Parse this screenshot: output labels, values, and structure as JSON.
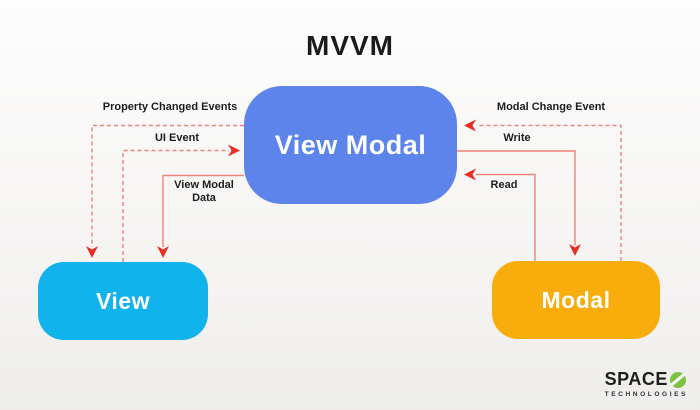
{
  "title": "MVVM",
  "diagram": {
    "nodes": {
      "view_modal": {
        "label": "View Modal",
        "color": "#5c84ea"
      },
      "view": {
        "label": "View",
        "color": "#10b3ec"
      },
      "modal": {
        "label": "Modal",
        "color": "#f9ad0d"
      }
    },
    "edges": [
      {
        "label": "Property Changed Events",
        "from": "View Modal",
        "to": "View",
        "style": "dashed"
      },
      {
        "label": "UI Event",
        "from": "View",
        "to": "View Modal",
        "style": "dashed"
      },
      {
        "label": "View Modal Data",
        "from": "View Modal",
        "to": "View",
        "style": "solid"
      },
      {
        "label": "Modal Change Event",
        "from": "Modal",
        "to": "View Modal",
        "style": "dashed"
      },
      {
        "label": "Write",
        "from": "View Modal",
        "to": "Modal",
        "style": "solid"
      },
      {
        "label": "Read",
        "from": "Modal",
        "to": "View Modal",
        "style": "solid"
      }
    ],
    "colors": {
      "line": "#f0827a",
      "arrow": "#e92d23"
    }
  },
  "logo": {
    "brand": "SPACE",
    "sub": "TECHNOLOGIES",
    "accent": "#7cc142"
  }
}
